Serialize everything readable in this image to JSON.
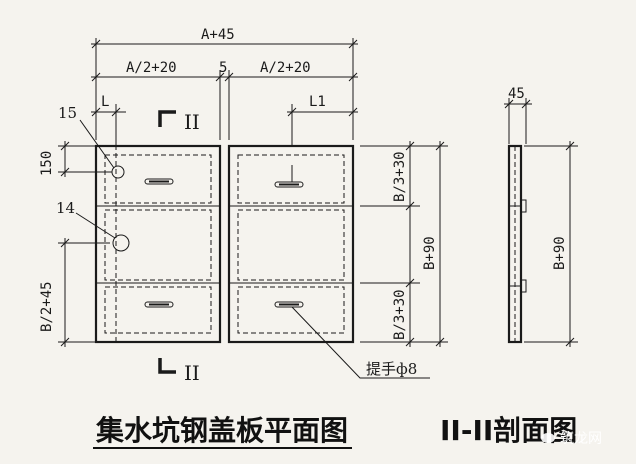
{
  "dimensions": {
    "overall_width": "A+45",
    "half_width_left": "A/2+20",
    "gap": "5",
    "half_width_right": "A/2+20",
    "left_offset": "L",
    "right_offset": "L1",
    "hole_offset": "150",
    "lower_height": "B/2+45",
    "section_top": "B/3+30",
    "section_total": "B+90",
    "section_bottom": "B/3+30",
    "section_thickness": "45",
    "section_height": "B+90"
  },
  "callouts": {
    "hole_small": "15",
    "hole_large": "14",
    "handle": "提手ф8"
  },
  "section_marks": {
    "top": "II",
    "bottom": "II"
  },
  "titles": {
    "plan": "集水坑钢盖板平面图",
    "section": "II-II剖面图"
  },
  "watermark": {
    "text": "筑龙网"
  }
}
